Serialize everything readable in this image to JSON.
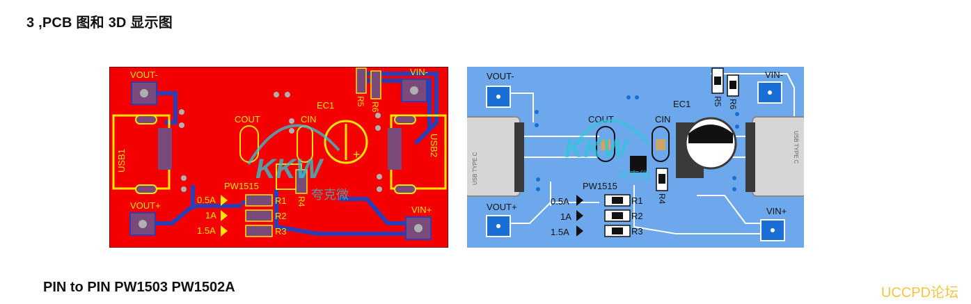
{
  "heading": "3 ,PCB 图和 3D 显示图",
  "footnote": "PIN to PIN PW1503  PW1502A",
  "watermark": "UCCPD论坛",
  "board2d": {
    "vout_minus": "VOUT-",
    "vout_plus": "VOUT+",
    "vin_minus": "VIN-",
    "vin_plus": "VIN+",
    "usb1": "USB1",
    "usb2": "USB2",
    "cout": "COUT",
    "cin": "CIN",
    "ec1": "EC1",
    "r5": "R5",
    "r6": "R6",
    "r4": "R4",
    "r1": "R1",
    "r2": "R2",
    "r3": "R3",
    "ic": "PW1515",
    "label_05a": "0.5A",
    "label_1a": "1A",
    "label_15a": "1.5A",
    "logo_text": "KKW",
    "logo_sub": "夸克微"
  },
  "board3d": {
    "vout_minus": "VOUT-",
    "vout_plus": "VOUT+",
    "vin_minus": "VIN-",
    "vin_plus": "VIN+",
    "cout": "COUT",
    "cin": "CIN",
    "ec1": "EC1",
    "r5": "R5",
    "r6": "R6",
    "r4": "R4",
    "r1": "R1",
    "r2": "R2",
    "r3": "R3",
    "ic": "PW1515",
    "label_05a": "0.5A",
    "label_1a": "1A",
    "label_15a": "1.5A",
    "usb_left": "USB TYPE C",
    "usb_right": "USB TYPE C",
    "logo_text": "KKW",
    "logo_sub": "夸克微"
  },
  "colors": {
    "board2d_fill": "#f40000",
    "board3d_fill": "#6ea8ec",
    "silk_yellow": "#ffe600",
    "trace_blue": "#2a3fb5",
    "pad_purple": "#7a4a7a",
    "logo_cyan": "#2ec8d8",
    "watermark": "#f5c542"
  }
}
